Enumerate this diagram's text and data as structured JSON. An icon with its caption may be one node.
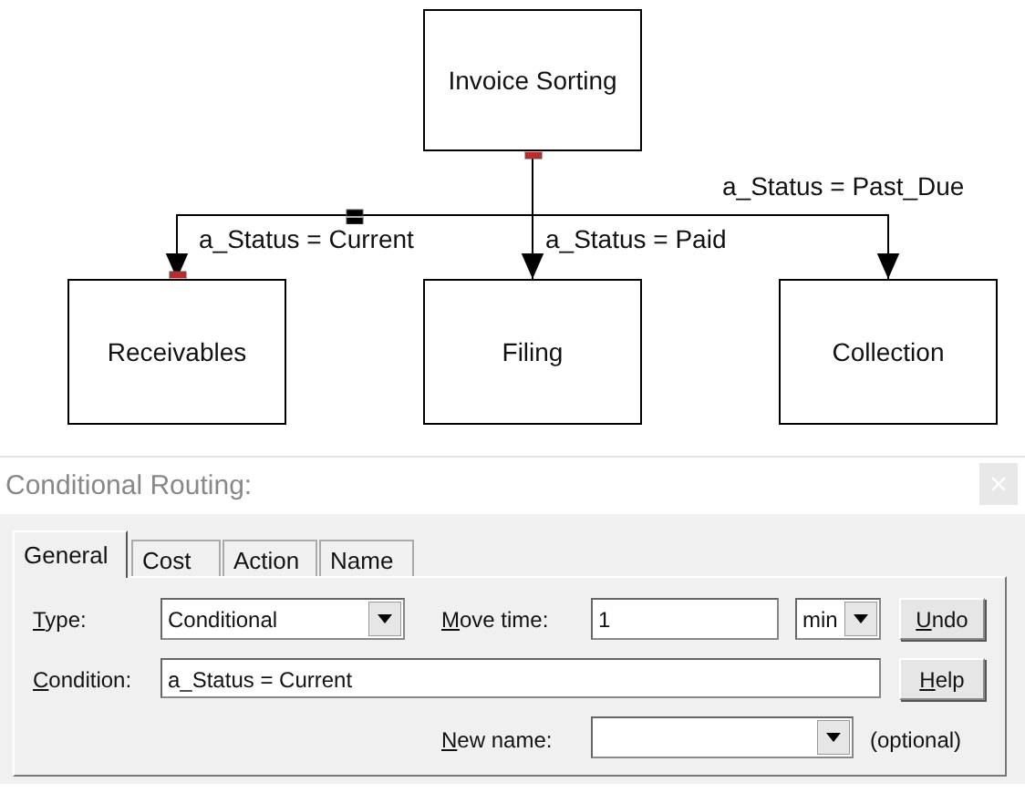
{
  "diagram": {
    "nodes": [
      {
        "text": [
          "Invoice Sorting"
        ]
      },
      {
        "text": [
          "Receivables"
        ]
      },
      {
        "text": [
          "Filing"
        ]
      },
      {
        "text": [
          "Collection"
        ]
      }
    ],
    "edges": [
      {
        "from": 0,
        "to": 1,
        "arrow": "to",
        "label": "a_Status = Current"
      },
      {
        "from": 0,
        "to": 2,
        "arrow": "to",
        "label": "a_Status = Paid"
      },
      {
        "from": 0,
        "to": 3,
        "arrow": "to",
        "label": "a_Status = Past_Due"
      }
    ],
    "labels": [
      "Conditional Routing:",
      "General",
      "Cost",
      "Action",
      "Name",
      "Type:",
      "Conditional",
      "Move time:",
      "1",
      "min",
      "Undo",
      "Condition:",
      "a_Status = Current",
      "Help",
      "New name:",
      "(optional)"
    ]
  }
}
